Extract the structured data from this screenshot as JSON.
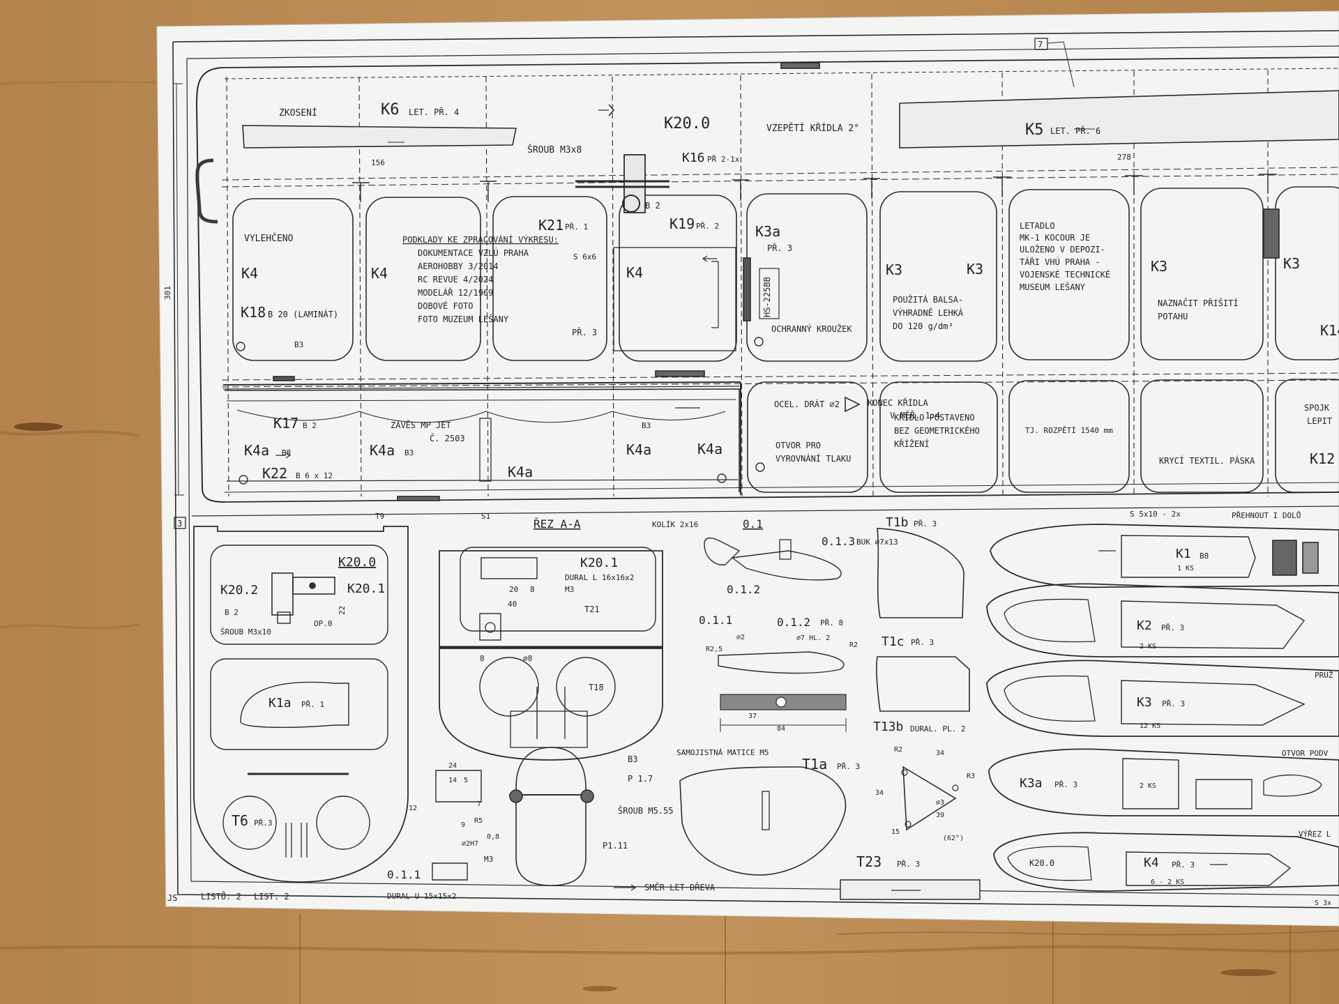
{
  "board": {
    "wood_color": "#b88a55",
    "paper_color": "#f4f5f3",
    "ink_color": "#2a2a2a"
  },
  "sheet": {
    "drawn_by": "JS",
    "sheets_total": "LISTŮ: 2",
    "sheet_no": "LIST: 2",
    "callouts": [
      "7",
      "3"
    ]
  },
  "wing_plan": {
    "labels": {
      "zkoseni": "ZKOSENÍ",
      "k6": "K6",
      "k6_note": "LET. PŘ. 4",
      "k20_0": "K20.0",
      "sroub_m3x8": "ŠROUB M3x8",
      "k16": "K16",
      "k16_note": "PŘ 2-1x",
      "vzepeti": "VZEPĚTÍ KŘÍDLA 2°",
      "k5": "K5",
      "k5_note": "LET. PŘ. 6",
      "dim_156": "156",
      "dim_278": "278",
      "dim_301": "301",
      "b2": "B 2",
      "k21": "K21",
      "k21_note": "PŘ. 1",
      "k19": "K19",
      "k19_note": "PŘ. 2",
      "k3a": "K3a",
      "pr3": "PŘ. 3",
      "s6x6": "S 6x6",
      "vylehceno": "VYLEHČENO",
      "k4_a": "K4",
      "k4_b": "K4",
      "k4_c": "K4",
      "k18": "K18",
      "k18_note": "B 20 (LAMINÁT)",
      "b3_a": "B3",
      "pr3_b": "PŘ. 3",
      "hs_225bb": "HS-225BB",
      "ochranny": "OCHRANNÝ KROUŽEK",
      "k3_a": "K3",
      "k3_b": "K3",
      "k3_c": "K3",
      "k3_d": "K3",
      "k14": "K14",
      "k12": "K12",
      "balsa_1": "POUŽITÁ BALSA-",
      "balsa_2": "VÝHRADNĚ LEHKÁ",
      "balsa_3": "DO 120 g/dm³",
      "letadlo_1": "LETADLO",
      "letadlo_2": "MK-1 KOCOUR JE",
      "letadlo_3": "ULOŽENO V DEPOZI-",
      "letadlo_4": "TÁŘI VHÚ PRAHA -",
      "letadlo_5": "VOJENSKÉ TECHNICKÉ",
      "letadlo_6": "MUSEUM LEŠANY",
      "naznacit_1": "NAZNAČIT PŘIŠITÍ",
      "naznacit_2": "POTAHU",
      "ocel_drat": "OCEL. DRÁT ⌀2",
      "kridlo_1": "KŘÍDLO POSTAVENO",
      "kridlo_2": "BEZ GEOMETRICKÉHO",
      "kridlo_3": "KŘÍŽENÍ",
      "konec_1": "KONEC KŘÍDLA",
      "konec_2": "V MĚŘ. 1:4",
      "konec_3": "TJ. ROZPĚTÍ 1540 mm",
      "spojka_1": "SPOJK",
      "spojka_2": "LEPIT",
      "krycí": "KRYCÍ TEXTIL. PÁSKA",
      "otvor_1": "OTVOR PRO",
      "otvor_2": "VYROVNÁNÍ TLAKU",
      "k17": "K17",
      "k17_note": "B 2",
      "zaves_1": "ZÁVĚS MP JET",
      "zaves_2": "Č. 2503",
      "k4a_a": "K4a",
      "k4a_a_note": "B8",
      "k4a_b": "K4a",
      "k4a_b_note": "B3",
      "k4a_c": "K4a",
      "k4a_d": "K4a",
      "k4a_e": "K4a",
      "k22": "K22",
      "k22_note": "B 6 x 12",
      "b3_b": "B3"
    },
    "sources": {
      "title": "PODKLADY KE ZPRACOVÁNÍ VÝKRESU:",
      "items": [
        "DOKUMENTACE VZLÚ PRAHA",
        "AEROHOBBY 3/2014",
        "RC REVUE 4/2024",
        "MODELÁŘ 12/1969",
        "DOBOVÉ FOTO",
        "FOTO MUZEUM LEŠANY"
      ]
    }
  },
  "details": {
    "t9": "T9",
    "k20_0_box": "K20.0",
    "k20_2": "K20.2",
    "k20_1_box": "K20.1",
    "b2": "B 2",
    "sroub_m3x10": "ŠROUB M3x10",
    "op0": "OP.0",
    "dim_22": "22",
    "k1a": "K1a",
    "k1a_note": "PŘ. 1",
    "t6": "T6",
    "t6_note": "PŘ.3",
    "s1": "S1",
    "rez": "ŘEZ A-A",
    "k20_1_sec": "K20.1",
    "dural_l": "DURAL L 16x16x2",
    "m3": "M3",
    "dim_20": "20",
    "dim_8": "8",
    "dim_40": "40",
    "t21": "T21",
    "dim_8b": "8",
    "phi8": "⌀8",
    "t18": "T18",
    "b3": "B3",
    "p17": "P 1.7",
    "sroub_m5": "ŠROUB M5.55",
    "p111": "P1.11",
    "dim_24": "24",
    "dim_14": "14",
    "dim_5": "5",
    "dim_12": "12",
    "dim_9": "9",
    "dim_7": "7",
    "r5": "R5",
    "dim_08": "0,8",
    "phi2h7": "⌀2H7",
    "m3b": "M3",
    "o11_a": "0.1.1",
    "dural_u": "DURAL U 15x15x2",
    "kolik": "KOLÍK 2x16",
    "o1": "0.1",
    "o13": "0.1.3",
    "buk": "BUK ⌀7x13",
    "o12_a": "0.1.2",
    "o11_b": "0.1.1",
    "o12_b": "0.1.2",
    "o12_b_note": "PŘ. 8",
    "r25": "R2,5",
    "phi2": "⌀2",
    "phi7": "⌀7 HL. 2",
    "r2": "R2",
    "dim_37": "37",
    "dim_84": "84",
    "samojistna": "SAMOJISTNÁ MATICE M5",
    "smer": "SMĚR LET DŘEVA",
    "t1b": "T1b",
    "t1b_note": "PŘ. 3",
    "t1c": "T1c",
    "t1c_note": "PŘ. 3",
    "t13b": "T13b",
    "t13b_note": "DURAL. PL. 2",
    "t1a": "T1a",
    "t1a_note": "PŘ. 3",
    "r2b": "R2",
    "dim_34": "34",
    "r3": "R3",
    "phi3": "⌀3",
    "dim_39": "39",
    "dim_34b": "34",
    "dim_15": "15",
    "angle_62": "(62°)",
    "t23": "T23",
    "t23_note": "PŘ. 3",
    "s5": "S 5x10 - 2x",
    "prehnout": "PŘEHNOUT I DOLŮ",
    "k1": "K1",
    "k1_note": "B8",
    "k1_qty": "1 KS",
    "k2": "K2",
    "k2_note": "PŘ. 3",
    "k2_qty": "2 KS",
    "pruz": "PRUŽ",
    "k3": "K3",
    "k3_note": "PŘ. 3",
    "k3_qty": "12 KS",
    "otvor_pod": "OTVOR PODV",
    "k3a": "K3a",
    "k3a_note": "PŘ. 3",
    "k3a_qty": "2 KS",
    "vyrez": "VÝŘEZ L",
    "k20_0_rib": "K20.0",
    "k4": "K4",
    "k4_note": "PŘ. 3",
    "k4_qty": "6 - 2 KS",
    "s3": "S 3x"
  }
}
